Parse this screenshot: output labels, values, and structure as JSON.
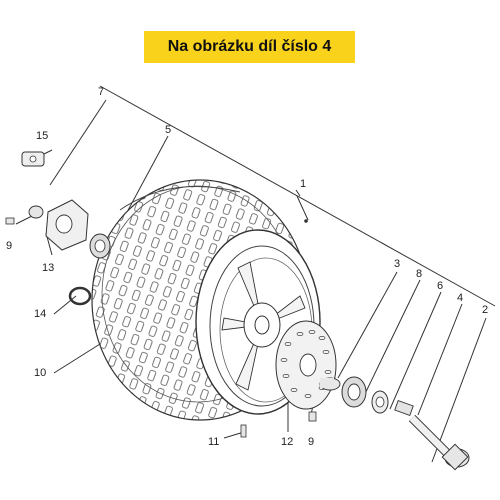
{
  "banner": {
    "text": "Na obrázku díl číslo 4",
    "color": "#f9d21c"
  },
  "diagram": {
    "line_color": "#333333",
    "callouts": [
      {
        "id": "1",
        "label": "1"
      },
      {
        "id": "2",
        "label": "2"
      },
      {
        "id": "3",
        "label": "3"
      },
      {
        "id": "4",
        "label": "4"
      },
      {
        "id": "5",
        "label": "5"
      },
      {
        "id": "6",
        "label": "6"
      },
      {
        "id": "7",
        "label": "7"
      },
      {
        "id": "8",
        "label": "8"
      },
      {
        "id": "9a",
        "label": "9"
      },
      {
        "id": "9b",
        "label": "9"
      },
      {
        "id": "10",
        "label": "10"
      },
      {
        "id": "11",
        "label": "11"
      },
      {
        "id": "12",
        "label": "12"
      },
      {
        "id": "13",
        "label": "13"
      },
      {
        "id": "14",
        "label": "14"
      },
      {
        "id": "15",
        "label": "15"
      }
    ]
  }
}
